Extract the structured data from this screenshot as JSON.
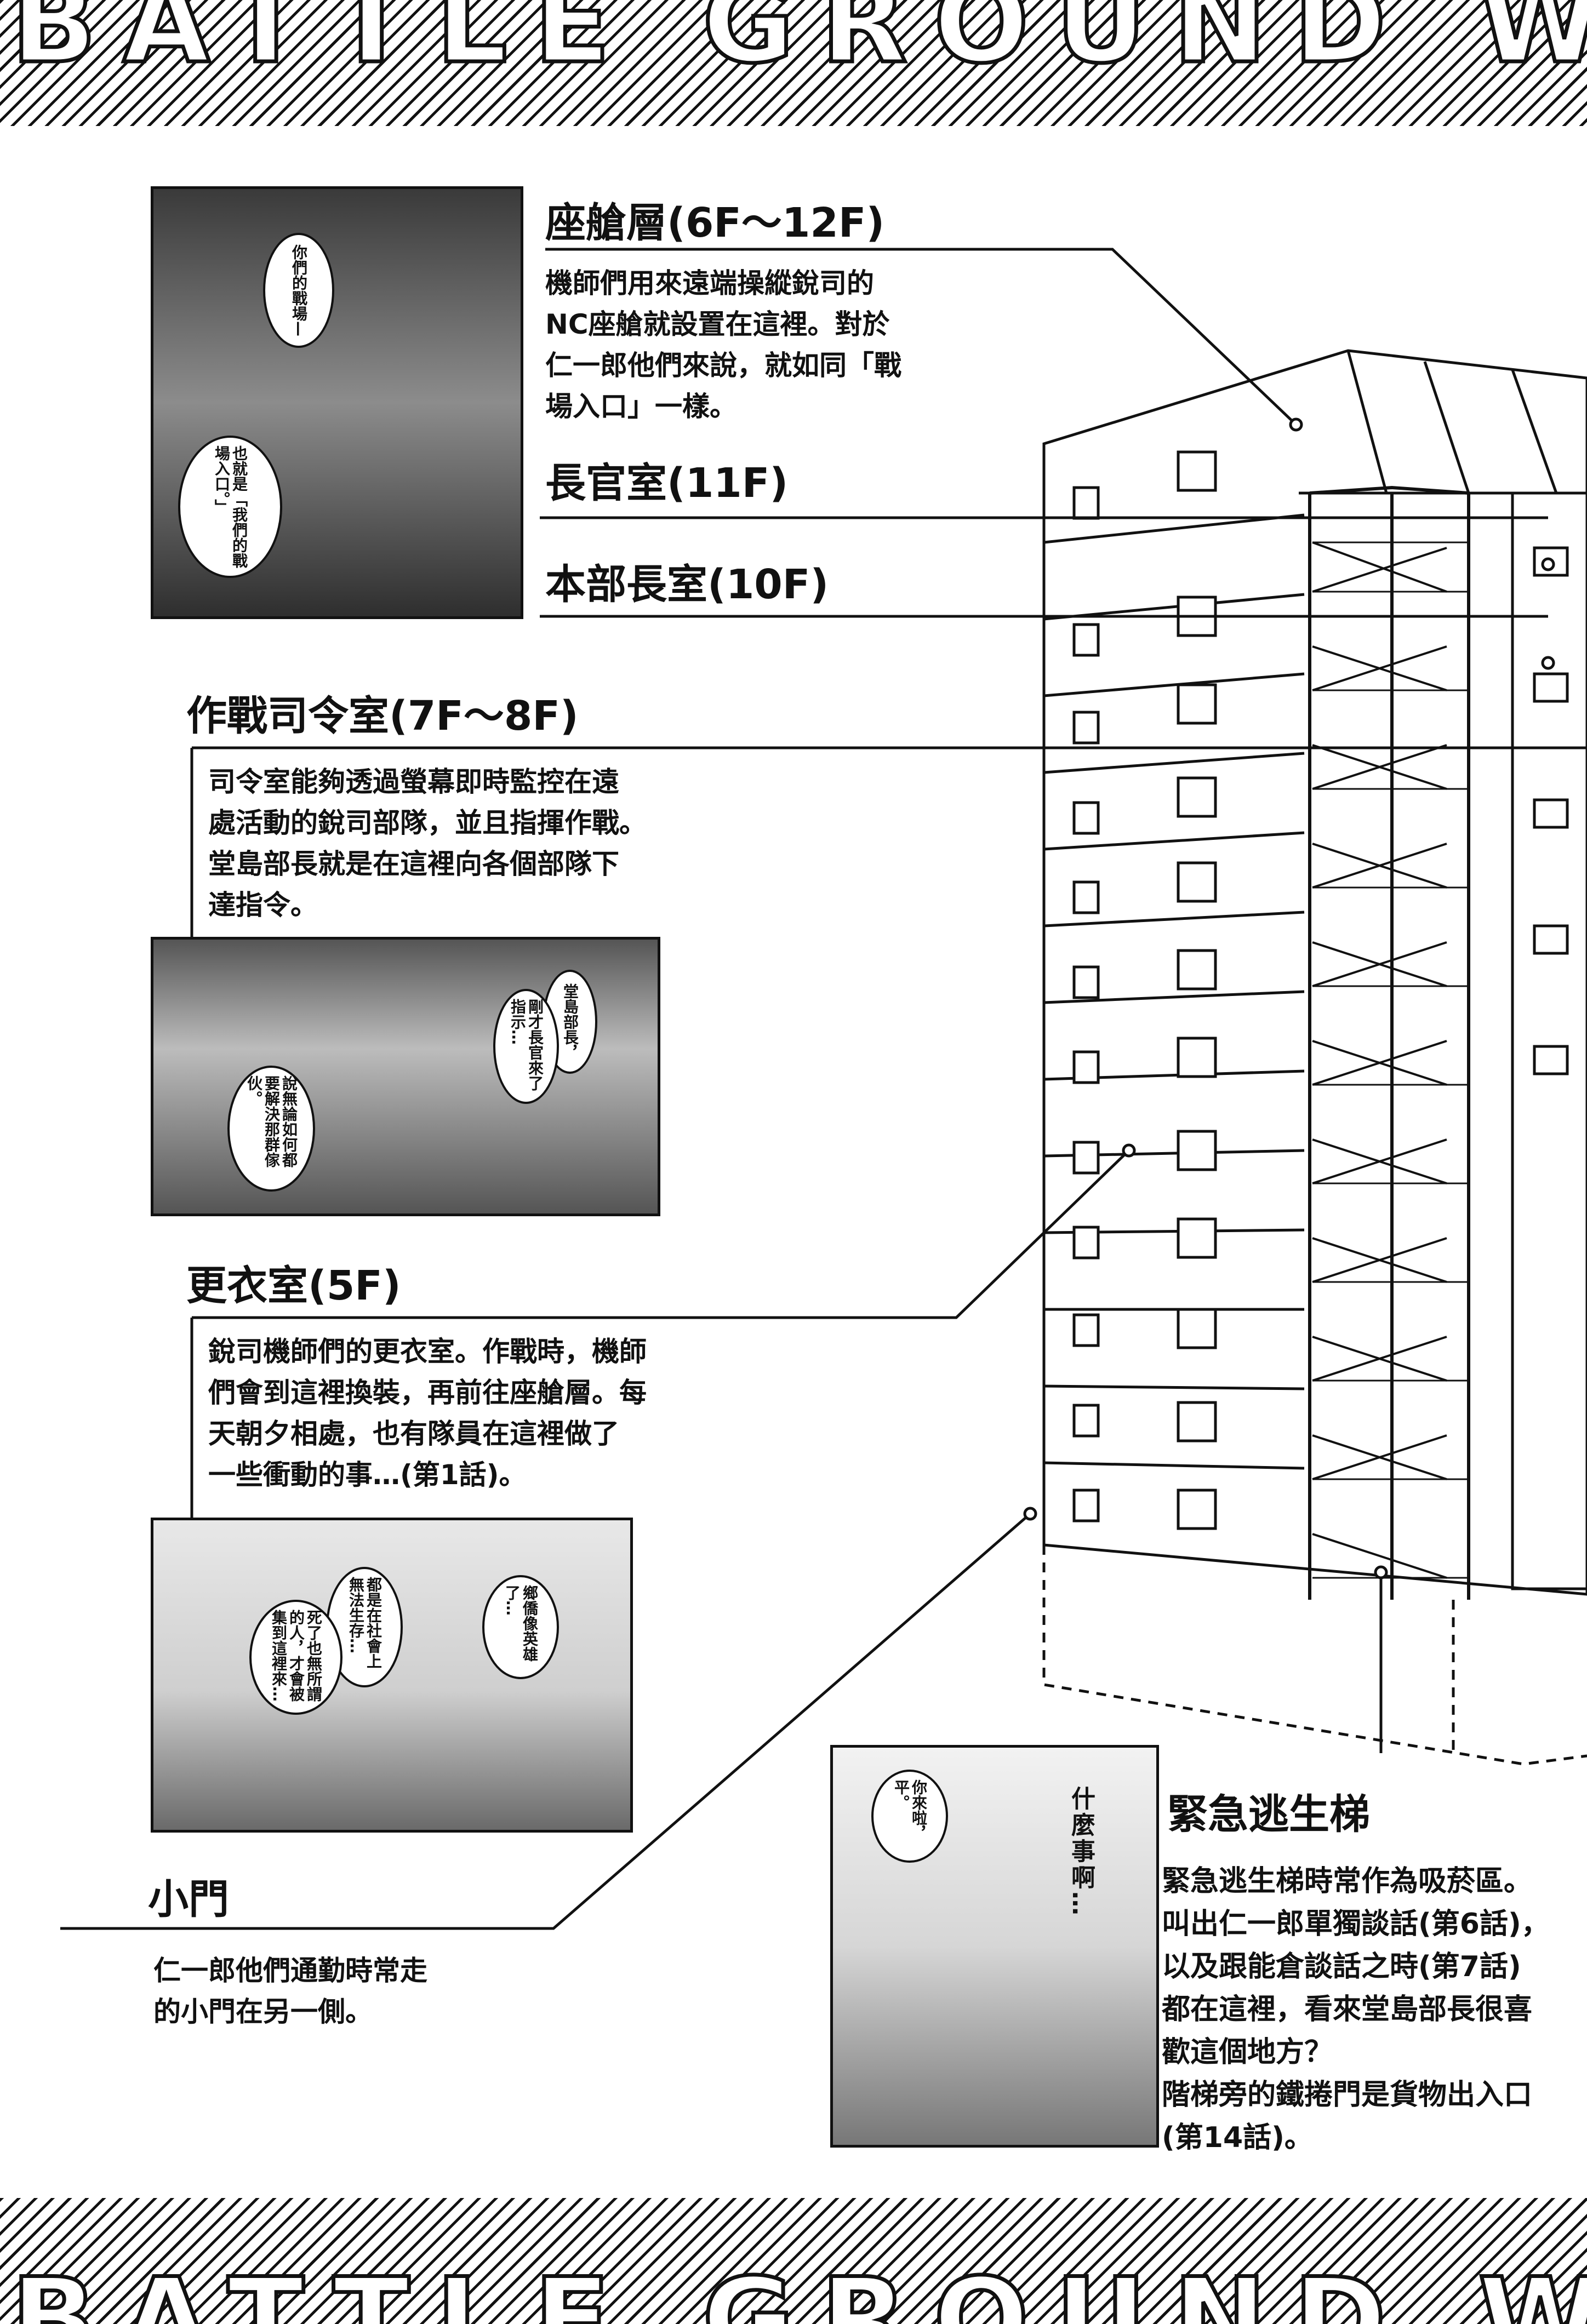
{
  "banner": {
    "text": "BATTLE GROUND WORKERS"
  },
  "sections": {
    "cockpit": {
      "heading": "座艙層(6F～12F)",
      "lines": [
        "機師們用來遠端操縱銳司的",
        "NC座艙就設置在這裡。對於",
        "仁一郎他們來說，就如同「戰",
        "場入口」一樣。"
      ]
    },
    "officer": {
      "heading": "長官室(11F)"
    },
    "director": {
      "heading": "本部長室(10F)"
    },
    "command": {
      "heading": "作戰司令室(7F～8F)",
      "lines": [
        "司令室能夠透過螢幕即時監控在遠",
        "處活動的銳司部隊，並且指揮作戰。",
        "堂島部長就是在這裡向各個部隊下",
        "達指令。"
      ]
    },
    "locker": {
      "heading": "更衣室(5F)",
      "lines": [
        "銳司機師們的更衣室。作戰時，機師",
        "們會到這裡換裝，再前往座艙層。每",
        "天朝夕相處，也有隊員在這裡做了",
        "一些衝動的事…(第1話)。"
      ]
    },
    "gate": {
      "heading": "小門",
      "lines": [
        "仁一郎他們通勤時常走",
        "的小門在另一側。"
      ]
    },
    "stairs": {
      "heading": "緊急逃生梯",
      "lines": [
        "緊急逃生梯時常作為吸菸區。",
        "叫出仁一郎單獨談話(第6話)，",
        "以及跟能倉談話之時(第7話)",
        "都在這裡，看來堂島部長很喜",
        "歡這個地方？",
        "階梯旁的鐵捲門是貨物出入口",
        "(第14話)。"
      ]
    }
  },
  "panels": {
    "cockpit": {
      "bubbles": [
        "你們的戰場—",
        "也就是「我們的戰場入口。」"
      ]
    },
    "command": {
      "bubbles": [
        "堂島部長，",
        "剛才長官來了指示…",
        "說無論如何都要解決那群傢伙。"
      ]
    },
    "locker": {
      "bubbles": [
        "都是在社會上無法生存…",
        "死了也無所謂的人，才會被集到這裡來…",
        "鄉僑像英雄了…"
      ]
    },
    "stairs": {
      "bubbles": [
        "你來啦，平。"
      ],
      "caption": "什麼事啊…"
    }
  }
}
